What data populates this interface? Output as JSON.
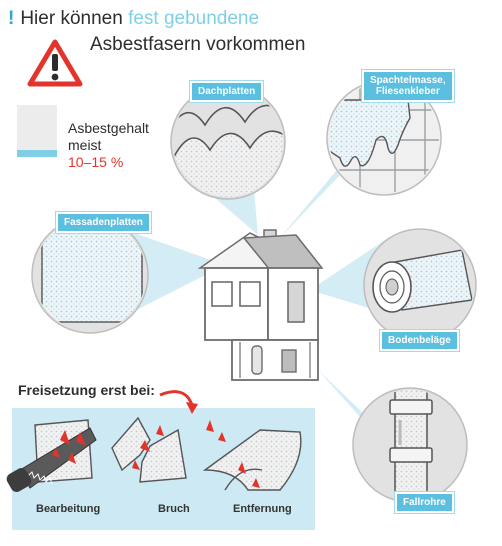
{
  "title": {
    "exclamation": "!",
    "line1_plain": "Hier können",
    "line1_accent": "fest gebundene",
    "line2": "Asbestfasern vorkommen"
  },
  "legend": {
    "label_line1": "Asbestgehalt",
    "label_line2": "meist",
    "range": "10–15 %"
  },
  "materials": {
    "dachplatten": "Dachplatten",
    "spachtel_line1": "Spachtelmasse,",
    "spachtel_line2": "Fliesenkleber",
    "fassadenplatten": "Fassadenplatten",
    "bodenbelaege": "Bodenbeläge",
    "fallrohre": "Fallrohre"
  },
  "release": {
    "heading": "Freisetzung erst bei:",
    "steps": [
      "Bearbeitung",
      "Bruch",
      "Entfernung"
    ]
  },
  "colors": {
    "accent": "#5bbfdf",
    "light_blue": "#cde9f3",
    "red": "#e2342b",
    "gray_circle": "#e2e2e2",
    "outline": "#7a7a7a"
  },
  "icons": [
    "warning-triangle-icon",
    "saw-icon",
    "curved-arrow-icon"
  ]
}
